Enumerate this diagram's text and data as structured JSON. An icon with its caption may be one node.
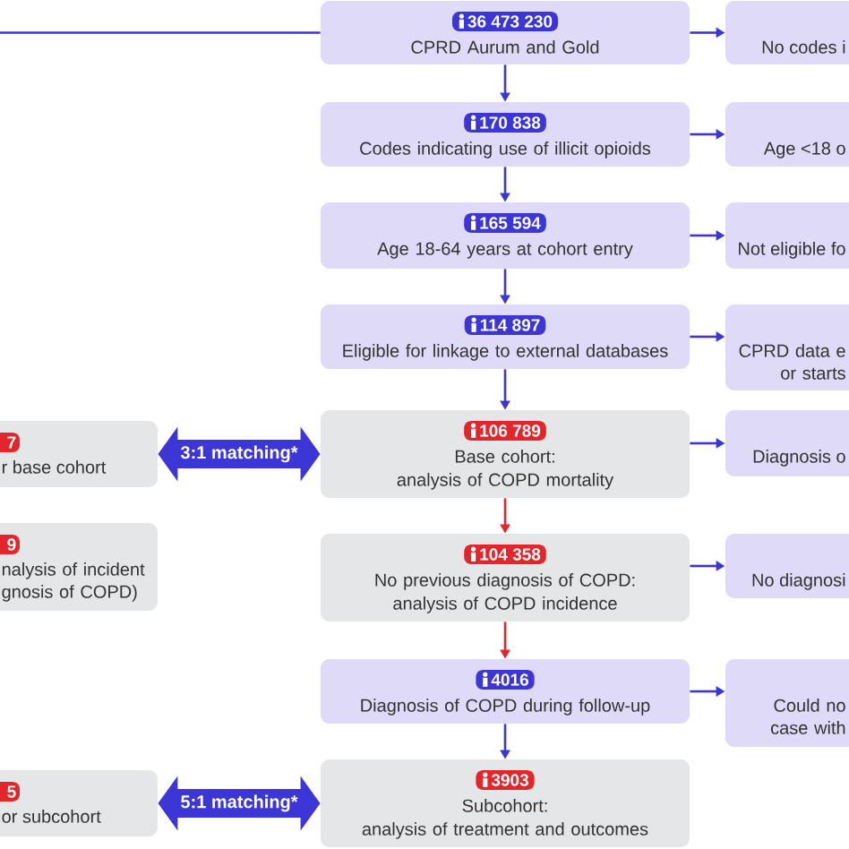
{
  "diagram": {
    "nodes": [
      {
        "text": [
          "36 473 230",
          "CPRD Aurum and Gold"
        ]
      },
      {
        "text": [
          "No codes i"
        ]
      },
      {
        "text": [
          "170 838",
          "Codes indicating use of illicit opioids"
        ]
      },
      {
        "text": [
          "Age <18 o"
        ]
      },
      {
        "text": [
          "165 594",
          "Age 18-64 years at cohort entry"
        ]
      },
      {
        "text": [
          "Not eligible fo"
        ]
      },
      {
        "text": [
          "114 897",
          "Eligible for linkage to external databases"
        ]
      },
      {
        "text": [
          "CPRD data e or starts"
        ]
      },
      {
        "text": [
          "7",
          "r base cohort"
        ]
      },
      {
        "text": [
          "106 789",
          "Base cohort:",
          "analysis of COPD mortality"
        ]
      },
      {
        "text": [
          "Diagnosis o"
        ]
      },
      {
        "text": [
          "9",
          "nalysis of incident gnosis of COPD)"
        ]
      },
      {
        "text": [
          "104 358",
          "No previous diagnosis of COPD:",
          "analysis of COPD incidence"
        ]
      },
      {
        "text": [
          "No diagnosi"
        ]
      },
      {
        "text": [
          "4016",
          "Diagnosis of COPD during follow-up"
        ]
      },
      {
        "text": [
          "Could no case with"
        ]
      },
      {
        "text": [
          "5",
          "or subcohort"
        ]
      },
      {
        "text": [
          "3903",
          "Subcohort:",
          "analysis of treatment and outcomes"
        ]
      }
    ],
    "edges": [
      {
        "from": null,
        "to": 0,
        "arrow": "none"
      },
      {
        "from": 0,
        "to": 1,
        "arrow": "to"
      },
      {
        "from": 0,
        "to": 2,
        "arrow": "to"
      },
      {
        "from": 2,
        "to": 3,
        "arrow": "to"
      },
      {
        "from": 2,
        "to": 4,
        "arrow": "to"
      },
      {
        "from": 4,
        "to": 5,
        "arrow": "to"
      },
      {
        "from": 4,
        "to": 6,
        "arrow": "to"
      },
      {
        "from": 6,
        "to": 7,
        "arrow": "to"
      },
      {
        "from": 6,
        "to": 9,
        "arrow": "to"
      },
      {
        "from": 8,
        "to": 9,
        "arrow": "both",
        "label": "3:1 matching*",
        "style": "thick"
      },
      {
        "from": 9,
        "to": 10,
        "arrow": "to"
      },
      {
        "from": 9,
        "to": 12,
        "arrow": "to",
        "color": "#e3262b"
      },
      {
        "from": 12,
        "to": 13,
        "arrow": "to"
      },
      {
        "from": 12,
        "to": 14,
        "arrow": "to",
        "color": "#e3262b"
      },
      {
        "from": 14,
        "to": 15,
        "arrow": "to"
      },
      {
        "from": 14,
        "to": 17,
        "arrow": "to"
      },
      {
        "from": 16,
        "to": 17,
        "arrow": "both",
        "label": "5:1 matching*",
        "style": "thick"
      }
    ]
  }
}
